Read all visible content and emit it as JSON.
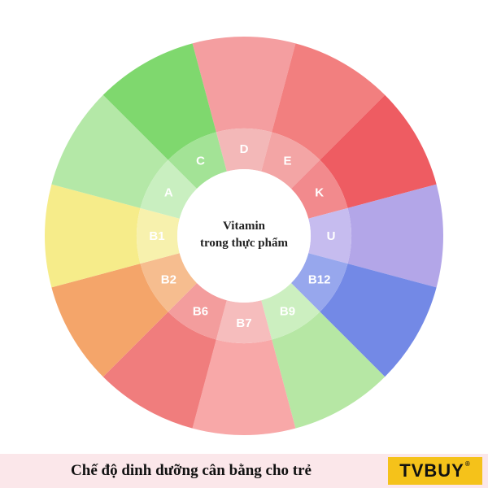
{
  "center": {
    "line1": "Vitamin",
    "line2": "trong thực phẩm"
  },
  "segments": [
    {
      "label": "D",
      "color": "#f49ea0",
      "ring": "#f3b8b8"
    },
    {
      "label": "E",
      "color": "#f27f7f",
      "ring": "#f3a5a5"
    },
    {
      "label": "K",
      "color": "#ee5c62",
      "ring": "#f28a8d"
    },
    {
      "label": "U",
      "color": "#b3a6e8",
      "ring": "#c6bcef"
    },
    {
      "label": "B12",
      "color": "#7389e6",
      "ring": "#97a7ed"
    },
    {
      "label": "B9",
      "color": "#b6e7a4",
      "ring": "#ccefc0"
    },
    {
      "label": "B7",
      "color": "#f8a8a8",
      "ring": "#f6bdbd"
    },
    {
      "label": "B6",
      "color": "#f07d7d",
      "ring": "#f39d9d"
    },
    {
      "label": "B2",
      "color": "#f4a56a",
      "ring": "#f6bd8f"
    },
    {
      "label": "B1",
      "color": "#f6ec8a",
      "ring": "#f7f1ad"
    },
    {
      "label": "A",
      "color": "#b4e8a7",
      "ring": "#c9efc0"
    },
    {
      "label": "C",
      "color": "#7fd86e",
      "ring": "#a3e396"
    }
  ],
  "footer": {
    "title": "Chế độ dinh dưỡng cân bằng cho trẻ",
    "brand": "TVBUY",
    "brand_mark": "®"
  }
}
